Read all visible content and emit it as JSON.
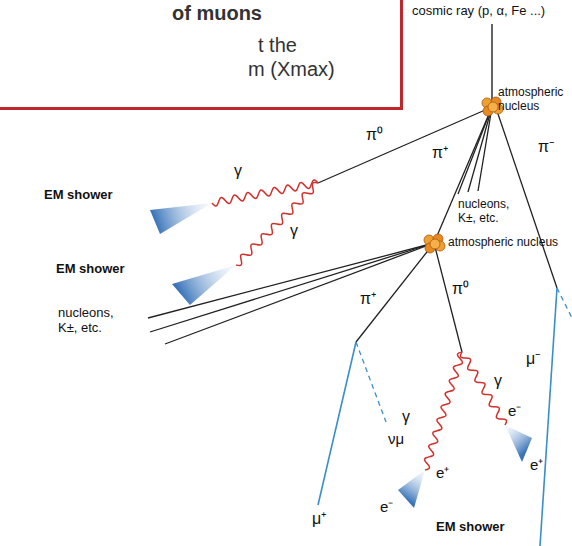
{
  "diagram": {
    "nodes": [
      {
        "text": [
          "of muons",
          "t the",
          "m (Xmax)"
        ]
      }
    ],
    "labels": [
      "cosmic ray (p, α, Fe ...)",
      "atmospheric nucleus",
      "π⁰",
      "π⁺",
      "π⁻",
      "γ",
      "γ",
      "EM shower",
      "EM shower",
      "nucleons, K±, etc.",
      "atmospheric nucleus",
      "π⁺",
      "π⁰",
      "nucleons, K±, etc.",
      "μ⁻",
      "γ",
      "γ",
      "e⁻",
      "νμ",
      "e⁺",
      "e⁺",
      "e⁻",
      "μ⁺",
      "EM shower"
    ]
  }
}
